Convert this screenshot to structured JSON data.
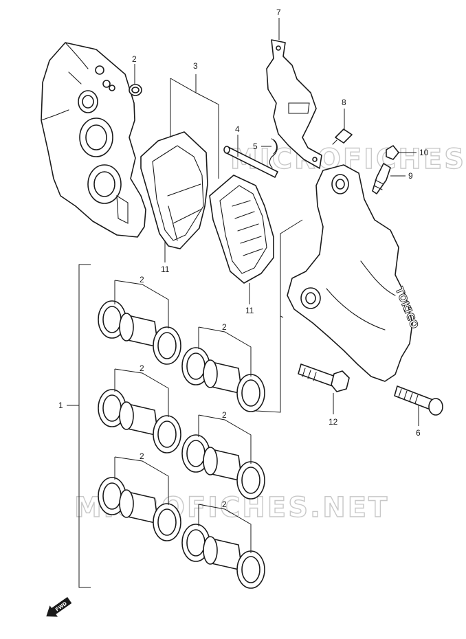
{
  "diagram": {
    "watermarks": [
      "MICROFICHES.NET",
      "MICROFICHES.NET"
    ],
    "brand_text": "TOKICO",
    "fwd_label": "FWD",
    "callouts": {
      "c1": "1",
      "c2a": "2",
      "c2b": "2",
      "c2c": "2",
      "c2d": "2",
      "c2e": "2",
      "c2f": "2",
      "c2g": "2",
      "c3": "3",
      "c4": "4",
      "c5": "5",
      "c6": "6",
      "c7": "7",
      "c8": "8",
      "c9": "9",
      "c10": "10",
      "c11a": "11",
      "c11b": "11",
      "c12": "12"
    }
  }
}
